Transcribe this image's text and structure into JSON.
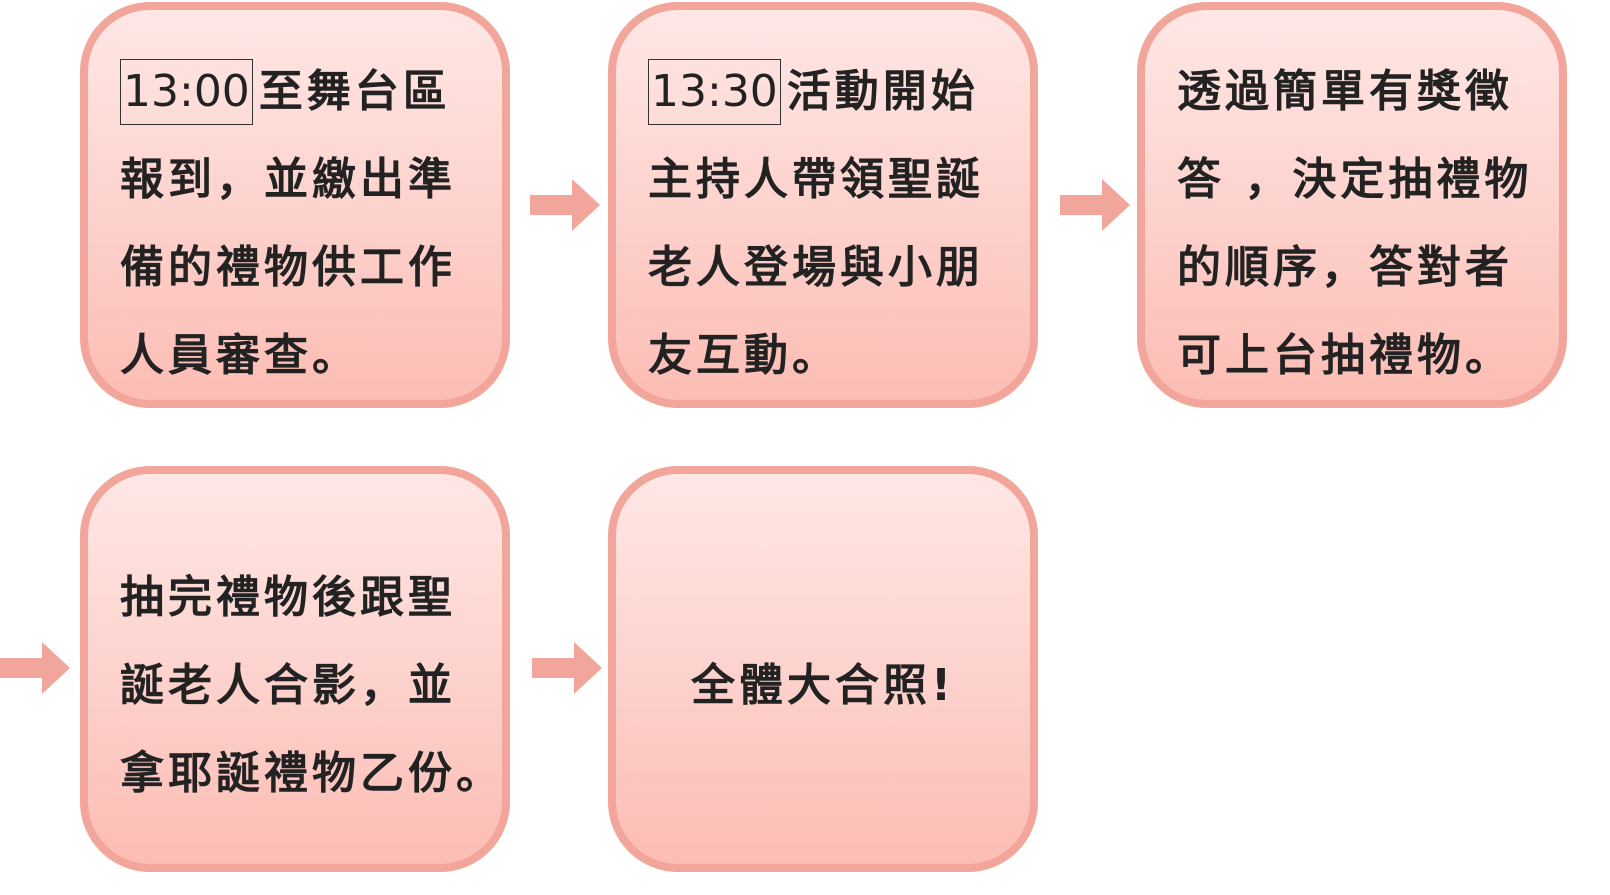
{
  "colors": {
    "border": "#f2a59b",
    "fill_top": "#fee7e5",
    "fill_bottom": "#fcbdb4",
    "arrow": "#f2a59b"
  },
  "steps": [
    {
      "time": "13:00",
      "lines": [
        "至舞台區",
        "報到，並繳出準",
        "備的禮物供工作",
        "人員審查。"
      ]
    },
    {
      "time": "13:30",
      "lines": [
        "活動開始",
        "主持人帶領聖誕",
        "老人登場與小朋",
        "友互動。"
      ]
    },
    {
      "lines": [
        "透過簡單有獎徵",
        "答 ，決定抽禮物",
        "的順序，答對者",
        "可上台抽禮物。"
      ]
    },
    {
      "lines": [
        "抽完禮物後跟聖",
        "誕老人合影，並",
        "拿耶誕禮物乙份。"
      ]
    },
    {
      "lines": [
        "全體大合照!"
      ]
    }
  ]
}
